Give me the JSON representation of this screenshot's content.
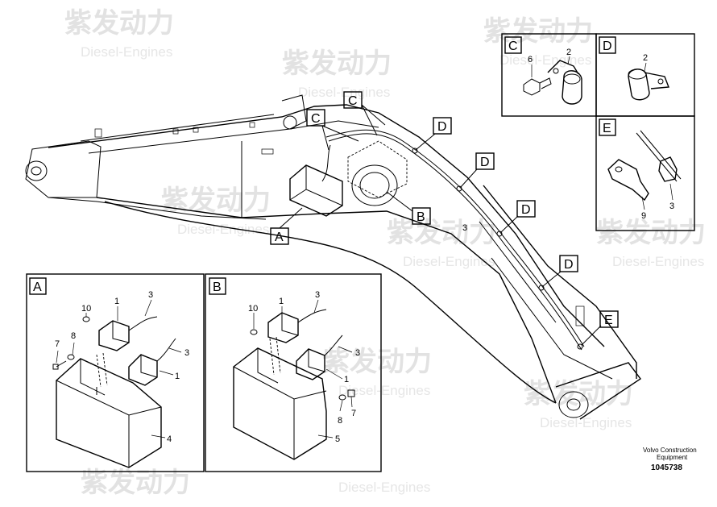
{
  "watermark": {
    "brand": "紫发动力",
    "sub": "Diesel-Engines"
  },
  "callouts": {
    "A": "A",
    "B": "B",
    "C": "C",
    "D": "D",
    "E": "E"
  },
  "main_labels": {
    "p3": "3"
  },
  "detail_A": {
    "title": "A",
    "parts": {
      "p1a": "1",
      "p1b": "1",
      "p3a": "3",
      "p3b": "3",
      "p4": "4",
      "p7": "7",
      "p8": "8",
      "p10": "10"
    }
  },
  "detail_B": {
    "title": "B",
    "parts": {
      "p1a": "1",
      "p1b": "1",
      "p3a": "3",
      "p3b": "3",
      "p5": "5",
      "p7": "7",
      "p8": "8",
      "p10": "10"
    }
  },
  "detail_C": {
    "title": "C",
    "parts": {
      "p6": "6",
      "p2": "2"
    }
  },
  "detail_D": {
    "title": "D",
    "parts": {
      "p2": "2"
    }
  },
  "detail_E": {
    "title": "E",
    "parts": {
      "p3": "3",
      "p9": "9"
    }
  },
  "footer": {
    "line1": "Volvo Construction",
    "line2": "Equipment",
    "number": "1045738"
  }
}
